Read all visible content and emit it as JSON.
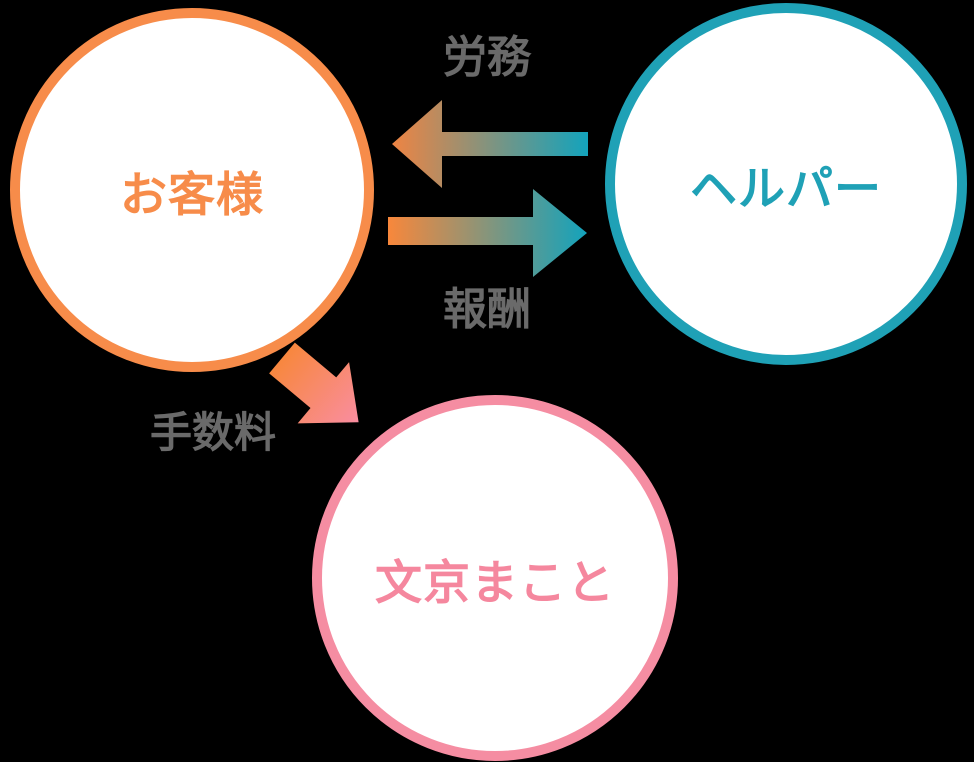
{
  "background_color": "#000000",
  "label_color": "#6A6A6A",
  "nodes": [
    {
      "id": "customer",
      "label": "お客様",
      "border_color": "#F78C4A",
      "text_color": "#F78C4A",
      "fill": "#FFFFFF"
    },
    {
      "id": "helper",
      "label": "ヘルパー",
      "border_color": "#1FA1B6",
      "text_color": "#1FA1B6",
      "fill": "#FFFFFF"
    },
    {
      "id": "makoto",
      "label": "文京まこと",
      "border_color": "#F58DA2",
      "text_color": "#F5879E",
      "fill": "#FFFFFF"
    }
  ],
  "edges": [
    {
      "id": "labor",
      "label": "労務",
      "from": "helper",
      "to": "customer",
      "direction": "left",
      "gradient": [
        "#EE8443",
        "#13A3BC"
      ]
    },
    {
      "id": "reward",
      "label": "報酬",
      "from": "customer",
      "to": "helper",
      "direction": "right",
      "gradient": [
        "#F8873B",
        "#13A3BC"
      ]
    },
    {
      "id": "fee",
      "label": "手数料",
      "from": "customer",
      "to": "makoto",
      "direction": "down-right",
      "gradient": [
        "#F8873E",
        "#F98DA0"
      ]
    }
  ]
}
